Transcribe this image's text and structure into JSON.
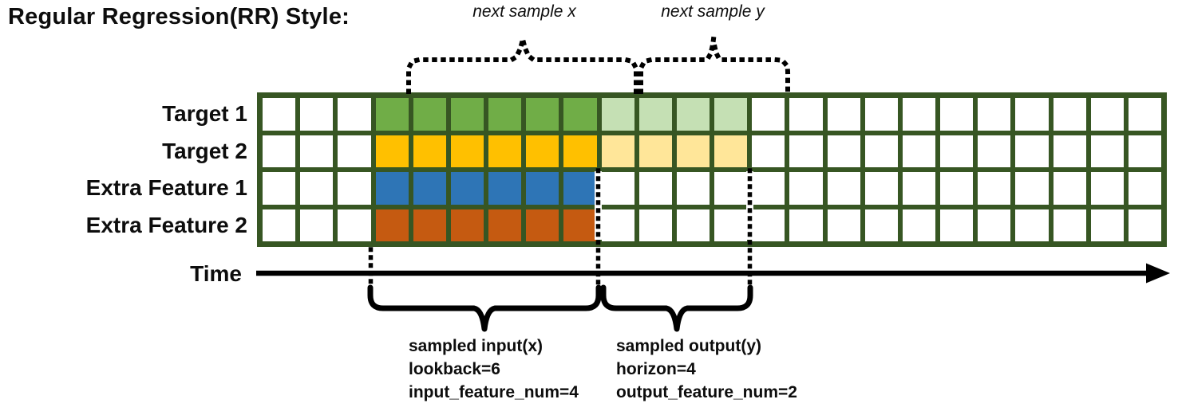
{
  "title": "Regular Regression(RR) Style:",
  "top_annotations": {
    "next_sample_x": "next sample x",
    "next_sample_y": "next sample y"
  },
  "grid": {
    "columns": 24,
    "input_start_col": 3,
    "lookback": 6,
    "horizon": 4,
    "line_color": "#375623",
    "cell_empty_color": "#FFFFFF",
    "rows": [
      {
        "label": "Target 1",
        "input_color": "#70AD47",
        "output_color": "#C5E0B4"
      },
      {
        "label": "Target 2",
        "input_color": "#FFC000",
        "output_color": "#FFE699"
      },
      {
        "label": "Extra Feature 1",
        "input_color": "#2E75B6",
        "output_color": "#FFFFFF"
      },
      {
        "label": "Extra Feature 2",
        "input_color": "#C55A11",
        "output_color": "#FFFFFF"
      }
    ]
  },
  "time_axis": {
    "label": "Time"
  },
  "bottom_annotations": {
    "sampled_input": [
      "sampled input(x)",
      "lookback=6",
      "input_feature_num=4"
    ],
    "sampled_output": [
      "sampled output(y)",
      "horizon=4",
      "output_feature_num=2"
    ]
  }
}
